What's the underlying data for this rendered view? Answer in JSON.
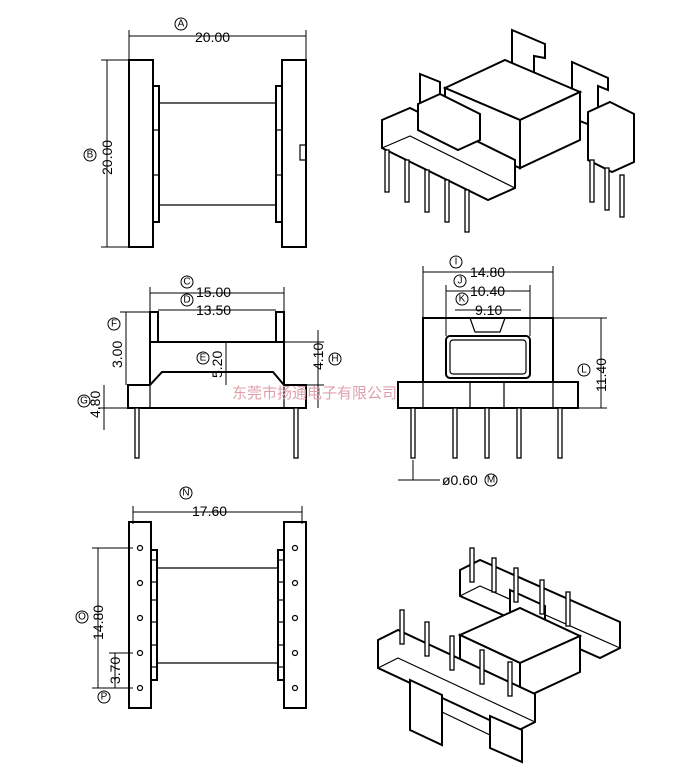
{
  "dimensions": [
    {
      "label": "A",
      "value": "20.00"
    },
    {
      "label": "B",
      "value": "20.00"
    },
    {
      "label": "C",
      "value": "15.00"
    },
    {
      "label": "D",
      "value": "13.50"
    },
    {
      "label": "E",
      "value": "5.20"
    },
    {
      "label": "F",
      "value": "3.00"
    },
    {
      "label": "G",
      "value": "4.80"
    },
    {
      "label": "H",
      "value": "4.10"
    },
    {
      "label": "I",
      "value": "14.80"
    },
    {
      "label": "J",
      "value": "10.40"
    },
    {
      "label": "K",
      "value": "9.10"
    },
    {
      "label": "L",
      "value": "11.40"
    },
    {
      "label": "M",
      "value": "ø0.60"
    },
    {
      "label": "N",
      "value": "17.60"
    },
    {
      "label": "O",
      "value": "14.80"
    },
    {
      "label": "P",
      "value": "3.70"
    }
  ],
  "watermark": "东莞市扬通电子有限公司"
}
